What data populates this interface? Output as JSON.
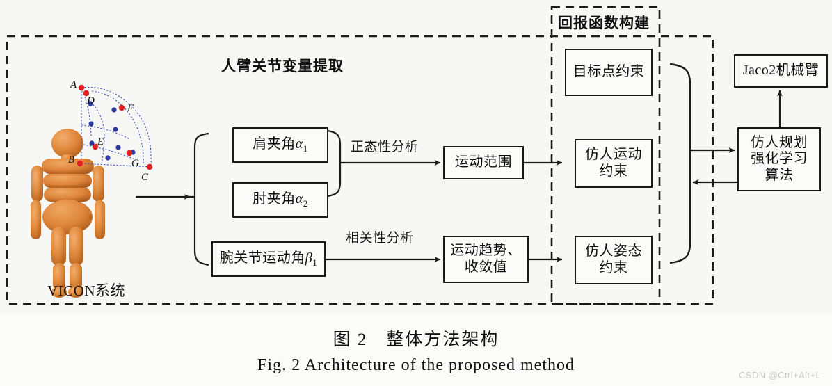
{
  "figure": {
    "sections": [
      {
        "id": "arm-extraction",
        "title": "人臂关节变量提取"
      },
      {
        "id": "reward-construction",
        "title": "回报函数构建"
      }
    ],
    "vicon_label": "VICON系统",
    "marker_labels": [
      "A",
      "D",
      "F",
      "E",
      "B",
      "G",
      "C"
    ],
    "nodes": [
      {
        "id": "shoulder-angle",
        "text_prefix": "肩夹角",
        "variable": "α",
        "subscript": "1"
      },
      {
        "id": "elbow-angle",
        "text_prefix": "肘夹角",
        "variable": "α",
        "subscript": "2"
      },
      {
        "id": "wrist-angle",
        "text_prefix": "腕关节运动角",
        "variable": "β",
        "subscript": "1"
      },
      {
        "id": "motion-range",
        "line1": "运动范围",
        "line2": ""
      },
      {
        "id": "motion-trend",
        "line1": "运动趋势、",
        "line2": "收敛值"
      },
      {
        "id": "target-point-constraint",
        "line1": "目标点约束",
        "line2": ""
      },
      {
        "id": "humanoid-motion-constraint",
        "line1": "仿人运动",
        "line2": "约束"
      },
      {
        "id": "humanoid-posture-constraint",
        "line1": "仿人姿态",
        "line2": "约束"
      },
      {
        "id": "rl-algorithm",
        "line1": "仿人规划",
        "line2": "强化学习",
        "line3": "算法"
      },
      {
        "id": "jaco2-arm",
        "line1": "Jaco2机械臂",
        "line2": ""
      }
    ],
    "edge_labels": [
      {
        "id": "normality-analysis",
        "text": "正态性分析"
      },
      {
        "id": "correlation-analysis",
        "text": "相关性分析"
      }
    ]
  },
  "caption": {
    "chinese": "图 2　整体方法架构",
    "english": "Fig. 2   Architecture of the proposed method"
  },
  "watermark": {
    "text": "CSDN @Ctrl+Alt+L"
  },
  "colors": {
    "stroke": "#1a1a1a",
    "dashed_border": "#1a1a1a",
    "marker_red": "#e02020",
    "marker_blue": "#2b3a9c",
    "mannequin": "#e08a3c",
    "background": "#f7f7f5"
  }
}
